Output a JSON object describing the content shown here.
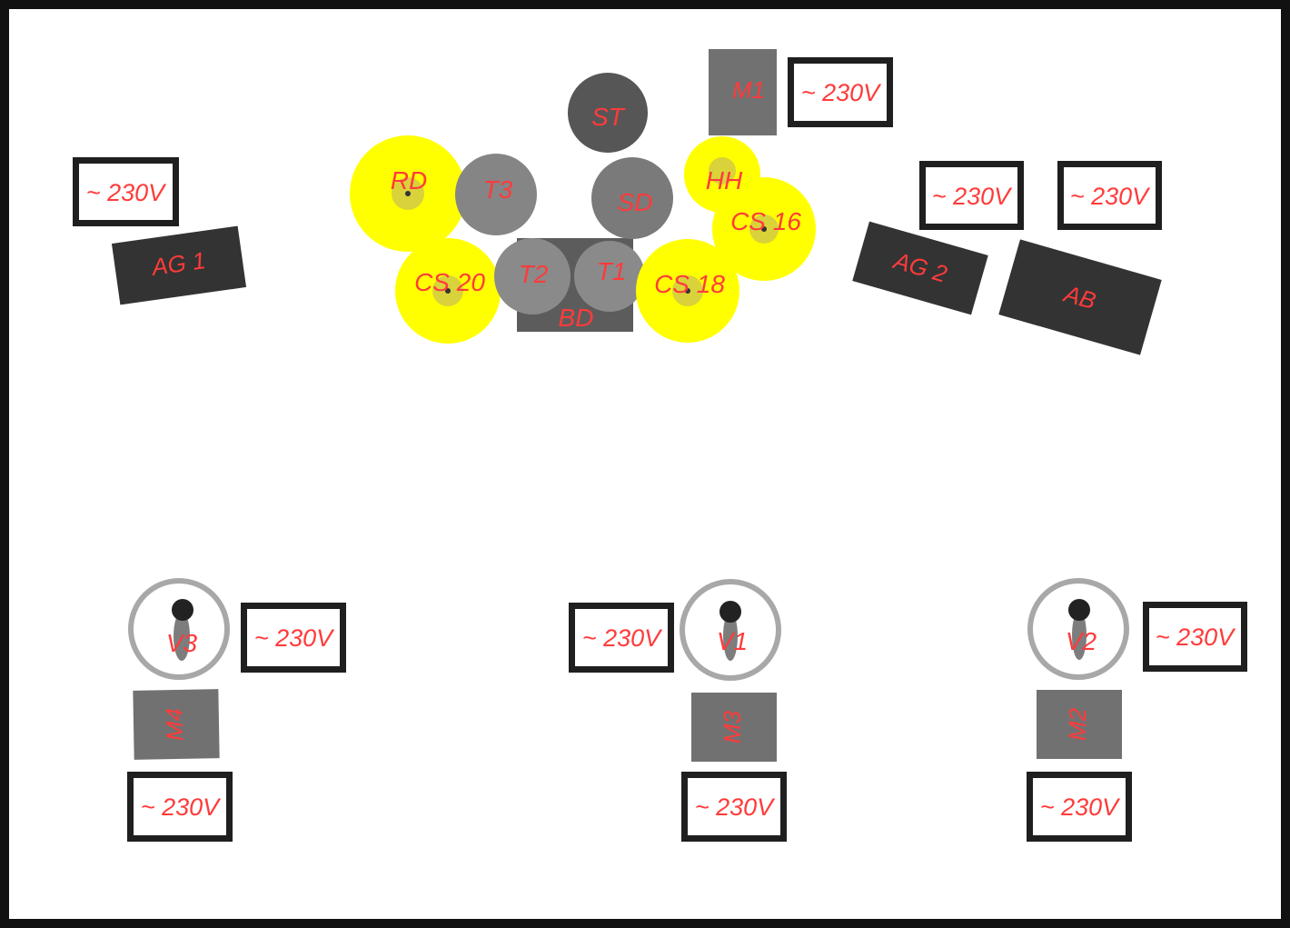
{
  "colors": {
    "label": "#ff3b3b",
    "cymbal": "#ffff00",
    "cymbal_center": "#d9d23a",
    "drum": "#808080",
    "snare": "#7a7a7a",
    "stool": "#565656",
    "kick": "#5c5c5c",
    "amp": "#333333",
    "monitor": "#717171",
    "power_border": "#1f1f1f",
    "mic_ring": "#a8a8a8"
  },
  "labels": {
    "st": "ST",
    "m1": "M1",
    "rd": "RD",
    "t3": "T3",
    "sd": "SD",
    "hh": "HH",
    "cs16": "CS 16",
    "cs20": "CS 20",
    "t2": "T2",
    "t1": "T1",
    "cs18": "CS 18",
    "bd": "BD",
    "ag1": "AG 1",
    "ag2": "AG 2",
    "ab": "AB",
    "v1": "V1",
    "v2": "V2",
    "v3": "V3",
    "m2": "M2",
    "m3": "M3",
    "m4": "M4"
  },
  "power": {
    "p_m1": "~ 230V",
    "p_ag1": "~ 230V",
    "p_ag2": "~ 230V",
    "p_ab": "~ 230V",
    "p_v3": "~ 230V",
    "p_v1": "~ 230V",
    "p_v2": "~ 230V",
    "p_m4": "~ 230V",
    "p_m3": "~ 230V",
    "p_m2": "~ 230V"
  }
}
